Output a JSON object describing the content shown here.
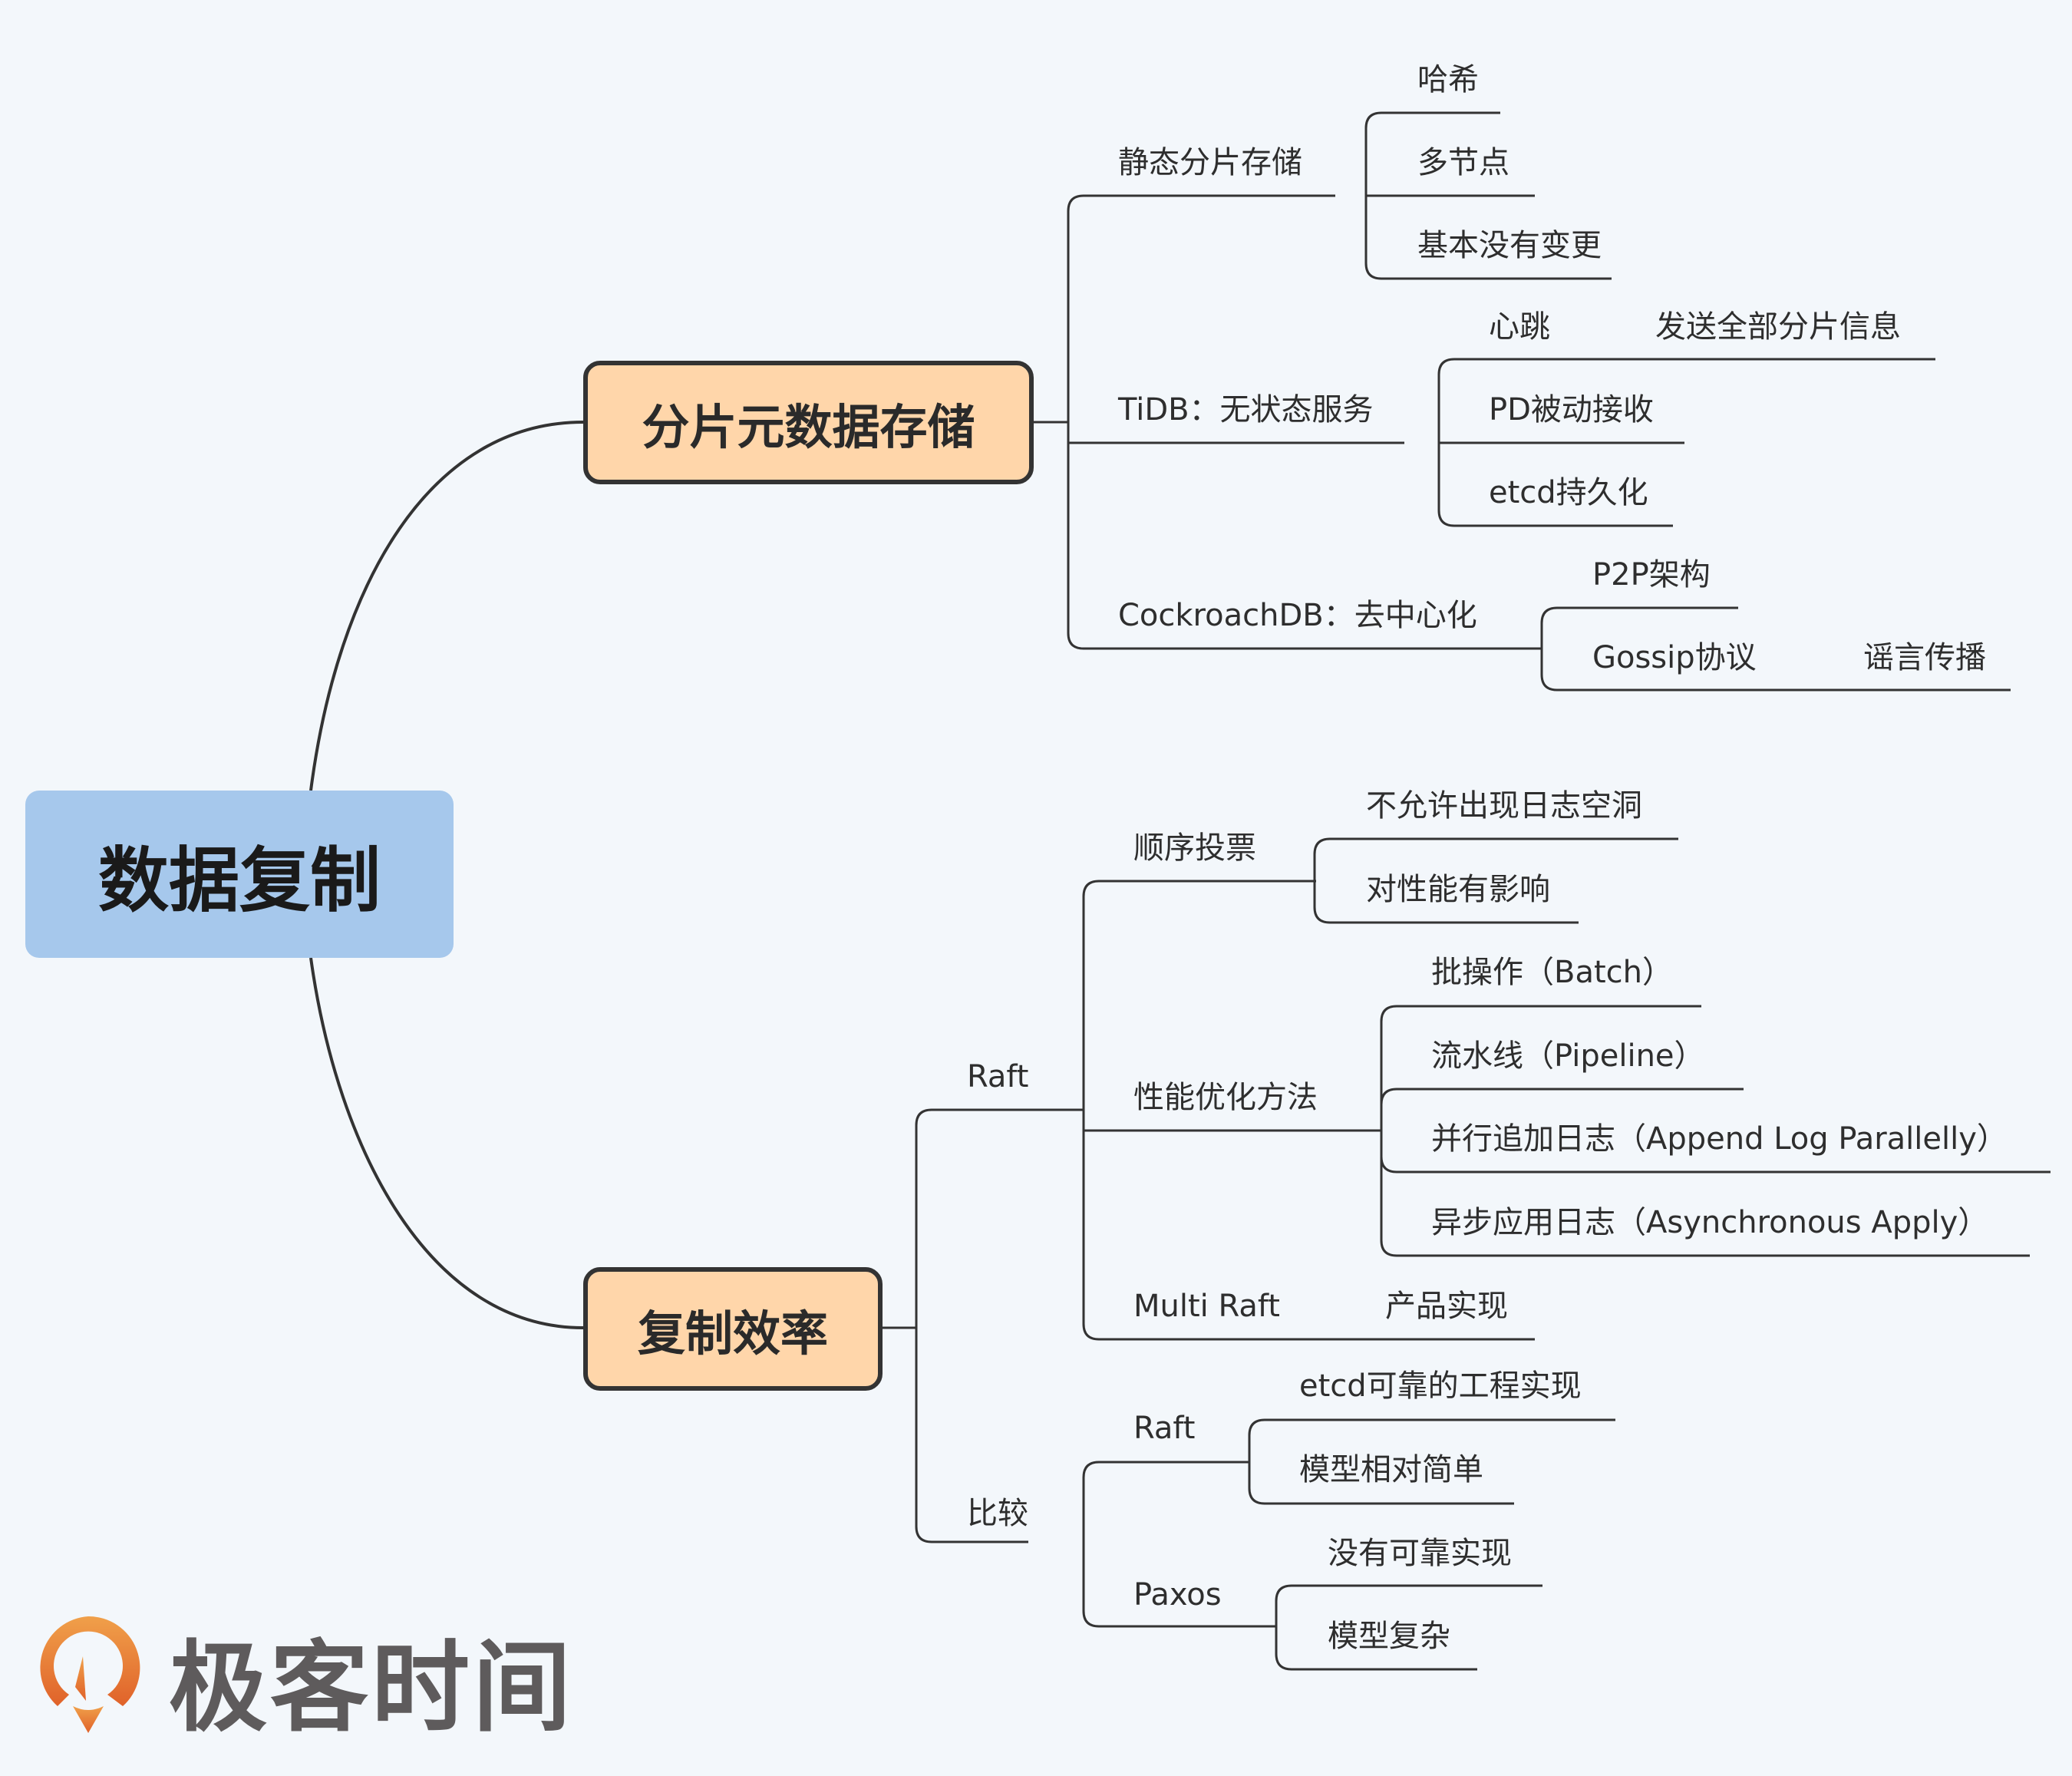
{
  "root": {
    "label": "数据复制",
    "color": "#a6c8ec"
  },
  "branches": [
    {
      "label": "分片元数据存储",
      "color": "#ffd6aa",
      "children": [
        {
          "label": "静态分片存储",
          "children": [
            {
              "label": "哈希"
            },
            {
              "label": "多节点"
            },
            {
              "label": "基本没有变更"
            }
          ]
        },
        {
          "label": "TiDB：无状态服务",
          "children": [
            {
              "label": "心跳",
              "children": [
                {
                  "label": "发送全部分片信息"
                }
              ]
            },
            {
              "label": "PD被动接收"
            },
            {
              "label": "etcd持久化"
            }
          ]
        },
        {
          "label": "CockroachDB：去中心化",
          "children": [
            {
              "label": "P2P架构"
            },
            {
              "label": "Gossip协议",
              "children": [
                {
                  "label": "谣言传播"
                }
              ]
            }
          ]
        }
      ]
    },
    {
      "label": "复制效率",
      "color": "#ffd6aa",
      "children": [
        {
          "label": "Raft",
          "children": [
            {
              "label": "顺序投票",
              "children": [
                {
                  "label": "不允许出现日志空洞"
                },
                {
                  "label": "对性能有影响"
                }
              ]
            },
            {
              "label": "性能优化方法",
              "children": [
                {
                  "label": "批操作（Batch）"
                },
                {
                  "label": "流水线（Pipeline）"
                },
                {
                  "label": "并行追加日志（Append Log Parallelly）"
                },
                {
                  "label": "异步应用日志（Asynchronous Apply）"
                }
              ]
            },
            {
              "label": "Multi Raft",
              "children": [
                {
                  "label": "产品实现"
                }
              ]
            }
          ]
        },
        {
          "label": "比较",
          "children": [
            {
              "label": "Raft",
              "children": [
                {
                  "label": "etcd可靠的工程实现"
                },
                {
                  "label": "模型相对简单"
                }
              ]
            },
            {
              "label": "Paxos",
              "children": [
                {
                  "label": "没有可靠实现"
                },
                {
                  "label": "模型复杂"
                }
              ]
            }
          ]
        }
      ]
    }
  ],
  "logo": {
    "text": "极客时间",
    "icon": "geektime-logo-icon",
    "color": "#e8732c"
  }
}
